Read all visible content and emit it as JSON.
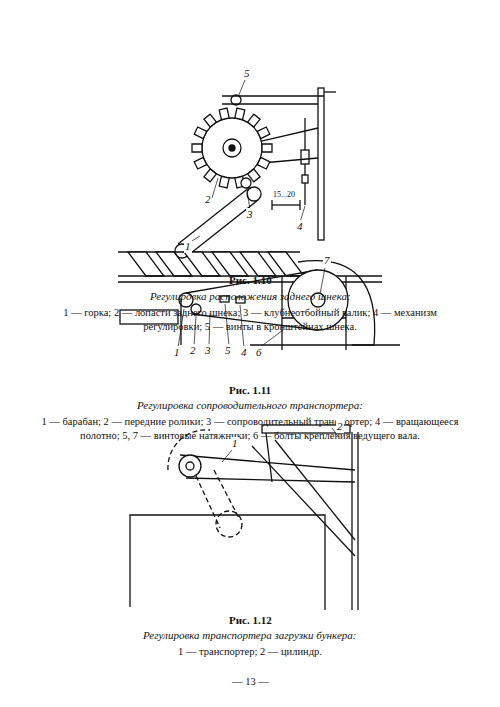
{
  "diagram": {
    "labels": [
      "1",
      "2",
      "3",
      "4",
      "5",
      "15...20",
      "Рис. 1.10",
      "Регулировка расположения заднего шнека:",
      "1 — горка; 2 — лопасти заднего шнека; 3 — клубнеотбойный валик; 4 — механизм регулировки; 5 — винты в кронштейнах шнека.",
      "1",
      "2",
      "3",
      "5",
      "4",
      "6",
      "7",
      "Рис. 1.11",
      "Регулировка сопроводительного транспортера:",
      "1 — барабан; 2 — передние ролики; 3 — сопроводительный транспортер; 4 — вращающееся полотно; 5, 7 — винтовые натяжники; 6 — болты крепления ведущего вала.",
      "1",
      "2",
      "Рис. 1.12",
      "Регулировка транспортера загрузки бункера:",
      "1 — транспортер; 2 — цилиндр.",
      "— 13 —"
    ]
  }
}
